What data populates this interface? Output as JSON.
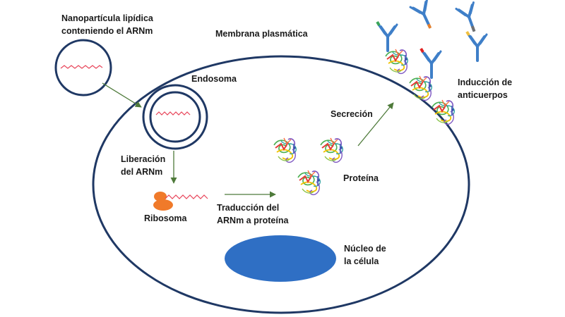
{
  "labels": {
    "nanoparticle_line1": "Nanopartícula lipídica",
    "nanoparticle_line2": "conteniendo el ARNm",
    "membrane": "Membrana plasmática",
    "endosome": "Endosoma",
    "release_line1": "Liberación",
    "release_line2": "del ARNm",
    "ribosome": "Ribosoma",
    "translation_line1": "Traducción del",
    "translation_line2": "ARNm a proteína",
    "secretion": "Secreción",
    "protein": "Proteína",
    "nucleus_line1": "Núcleo de",
    "nucleus_line2": "la célula",
    "antibody_line1": "Inducción de",
    "antibody_line2": "anticuerpos"
  },
  "colors": {
    "membrane": "#1f3864",
    "mrna": "#e8455a",
    "arrow": "#4e7a3a",
    "ribosome": "#f07a2a",
    "nucleus": "#2f6fc4",
    "antibody": "#3f7fc8",
    "antibody_tips": [
      "#3aa55a",
      "#e8802a",
      "#707070",
      "#e02020",
      "#f0c040"
    ]
  },
  "icons": {
    "protein": "protein-ribbon-icon",
    "antibody": "antibody-y-icon"
  }
}
